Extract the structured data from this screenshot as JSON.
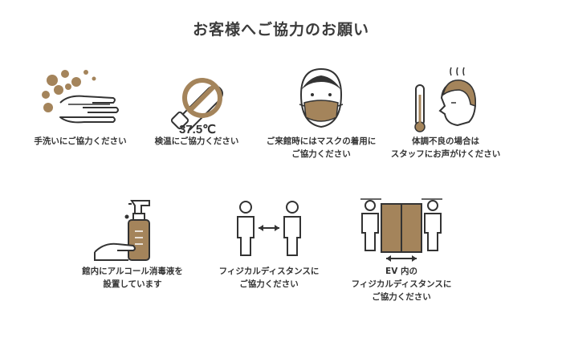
{
  "title": "お客様へご協力のお願い",
  "colors": {
    "accent": "#a4845b",
    "line": "#333333",
    "skin": "#f3ece1"
  },
  "thermometer_reading": "37.5℃",
  "items": [
    {
      "icon": "handwash-icon",
      "lines": [
        "手洗いにご協力ください"
      ]
    },
    {
      "icon": "thermometer-prohibited-icon",
      "lines": [
        "検温にご協力ください"
      ]
    },
    {
      "icon": "mask-face-icon",
      "lines": [
        "ご来館時にはマスクの着用に",
        "ご協力ください"
      ]
    },
    {
      "icon": "fever-person-icon",
      "lines": [
        "体調不良の場合は",
        "スタッフにお声がけください"
      ]
    },
    {
      "icon": "sanitizer-bottle-icon",
      "lines": [
        "館内にアルコール消毒液を",
        "設置しています"
      ]
    },
    {
      "icon": "social-distance-icon",
      "lines": [
        "フィジカルディスタンスに",
        "ご協力ください"
      ]
    },
    {
      "icon": "elevator-distance-icon",
      "lines": [
        "EV 内の",
        "フィジカルディスタンスに",
        "ご協力ください"
      ]
    }
  ]
}
